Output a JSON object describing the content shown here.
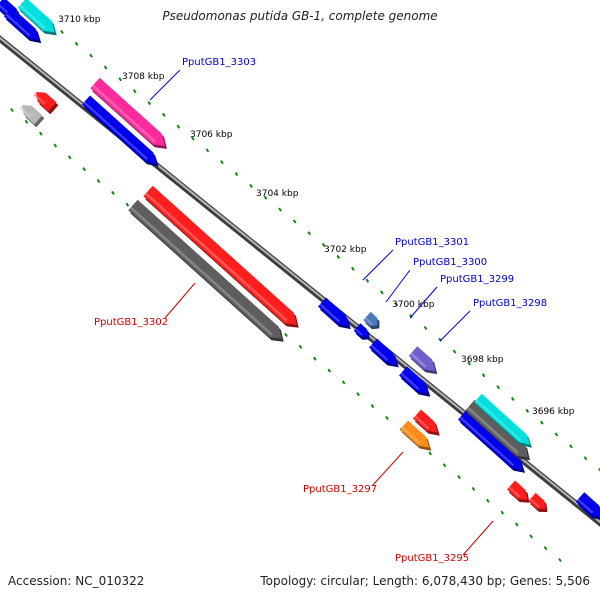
{
  "title": "Pseudomonas putida GB-1, complete genome",
  "accession": "Accession: NC_010322",
  "topology": "Topology: circular; Length: 6,078,430 bp; Genes: 5,506",
  "colors": {
    "backbone": "#6e6e6e",
    "tick": "#118811",
    "forward_label": "#0000cc",
    "reverse_label": "#cc0000",
    "cds": "#0000ee",
    "rrna": "#ff1e1e",
    "trna": "#ff8c00",
    "pink": "#ff2a9c",
    "cyan": "#00dede",
    "grey": "#5e5e5e",
    "lightgrey": "#b8b8b8",
    "steel": "#4a7ab8",
    "purple": "#7060cc"
  },
  "tick_labels": [
    "3710 kbp",
    "3708 kbp",
    "3706 kbp",
    "3704 kbp",
    "3702 kbp",
    "3700 kbp",
    "3698 kbp",
    "3696 kbp"
  ],
  "gene_labels_forward": [
    "PputGB1_3303",
    "PputGB1_3301",
    "PputGB1_3300",
    "PputGB1_3299",
    "PputGB1_3298"
  ],
  "gene_labels_reverse": [
    "PputGB1_3302",
    "PputGB1_3297",
    "PputGB1_3295"
  ],
  "icons": {
    "feature_arrow": "arrow-feature-icon"
  }
}
